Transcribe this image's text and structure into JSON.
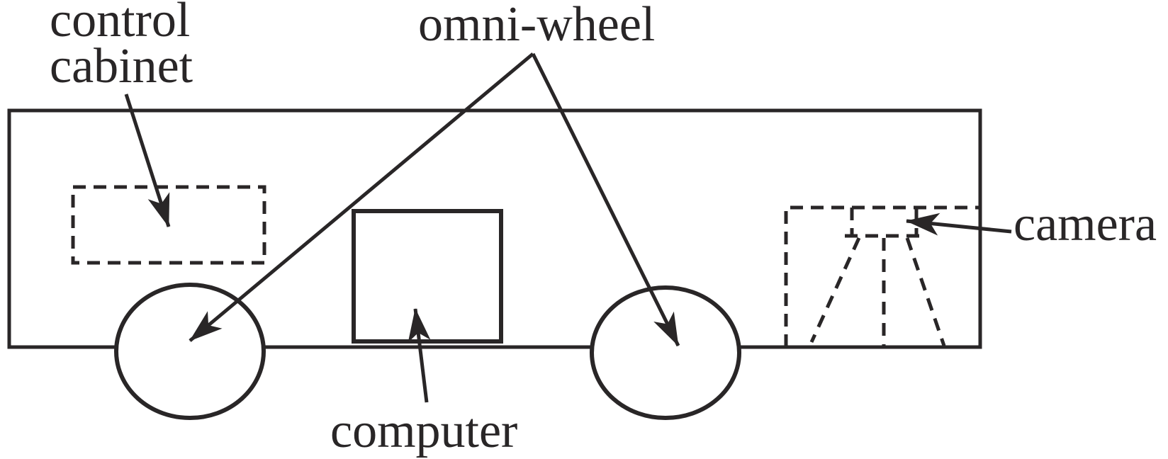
{
  "colors": {
    "ink": "#292627",
    "background": "#ffffff"
  },
  "labels": {
    "control_cabinet_line1": "control",
    "control_cabinet_line2": "cabinet",
    "omni_wheel": "omni-wheel",
    "computer": "computer",
    "camera": "camera"
  }
}
